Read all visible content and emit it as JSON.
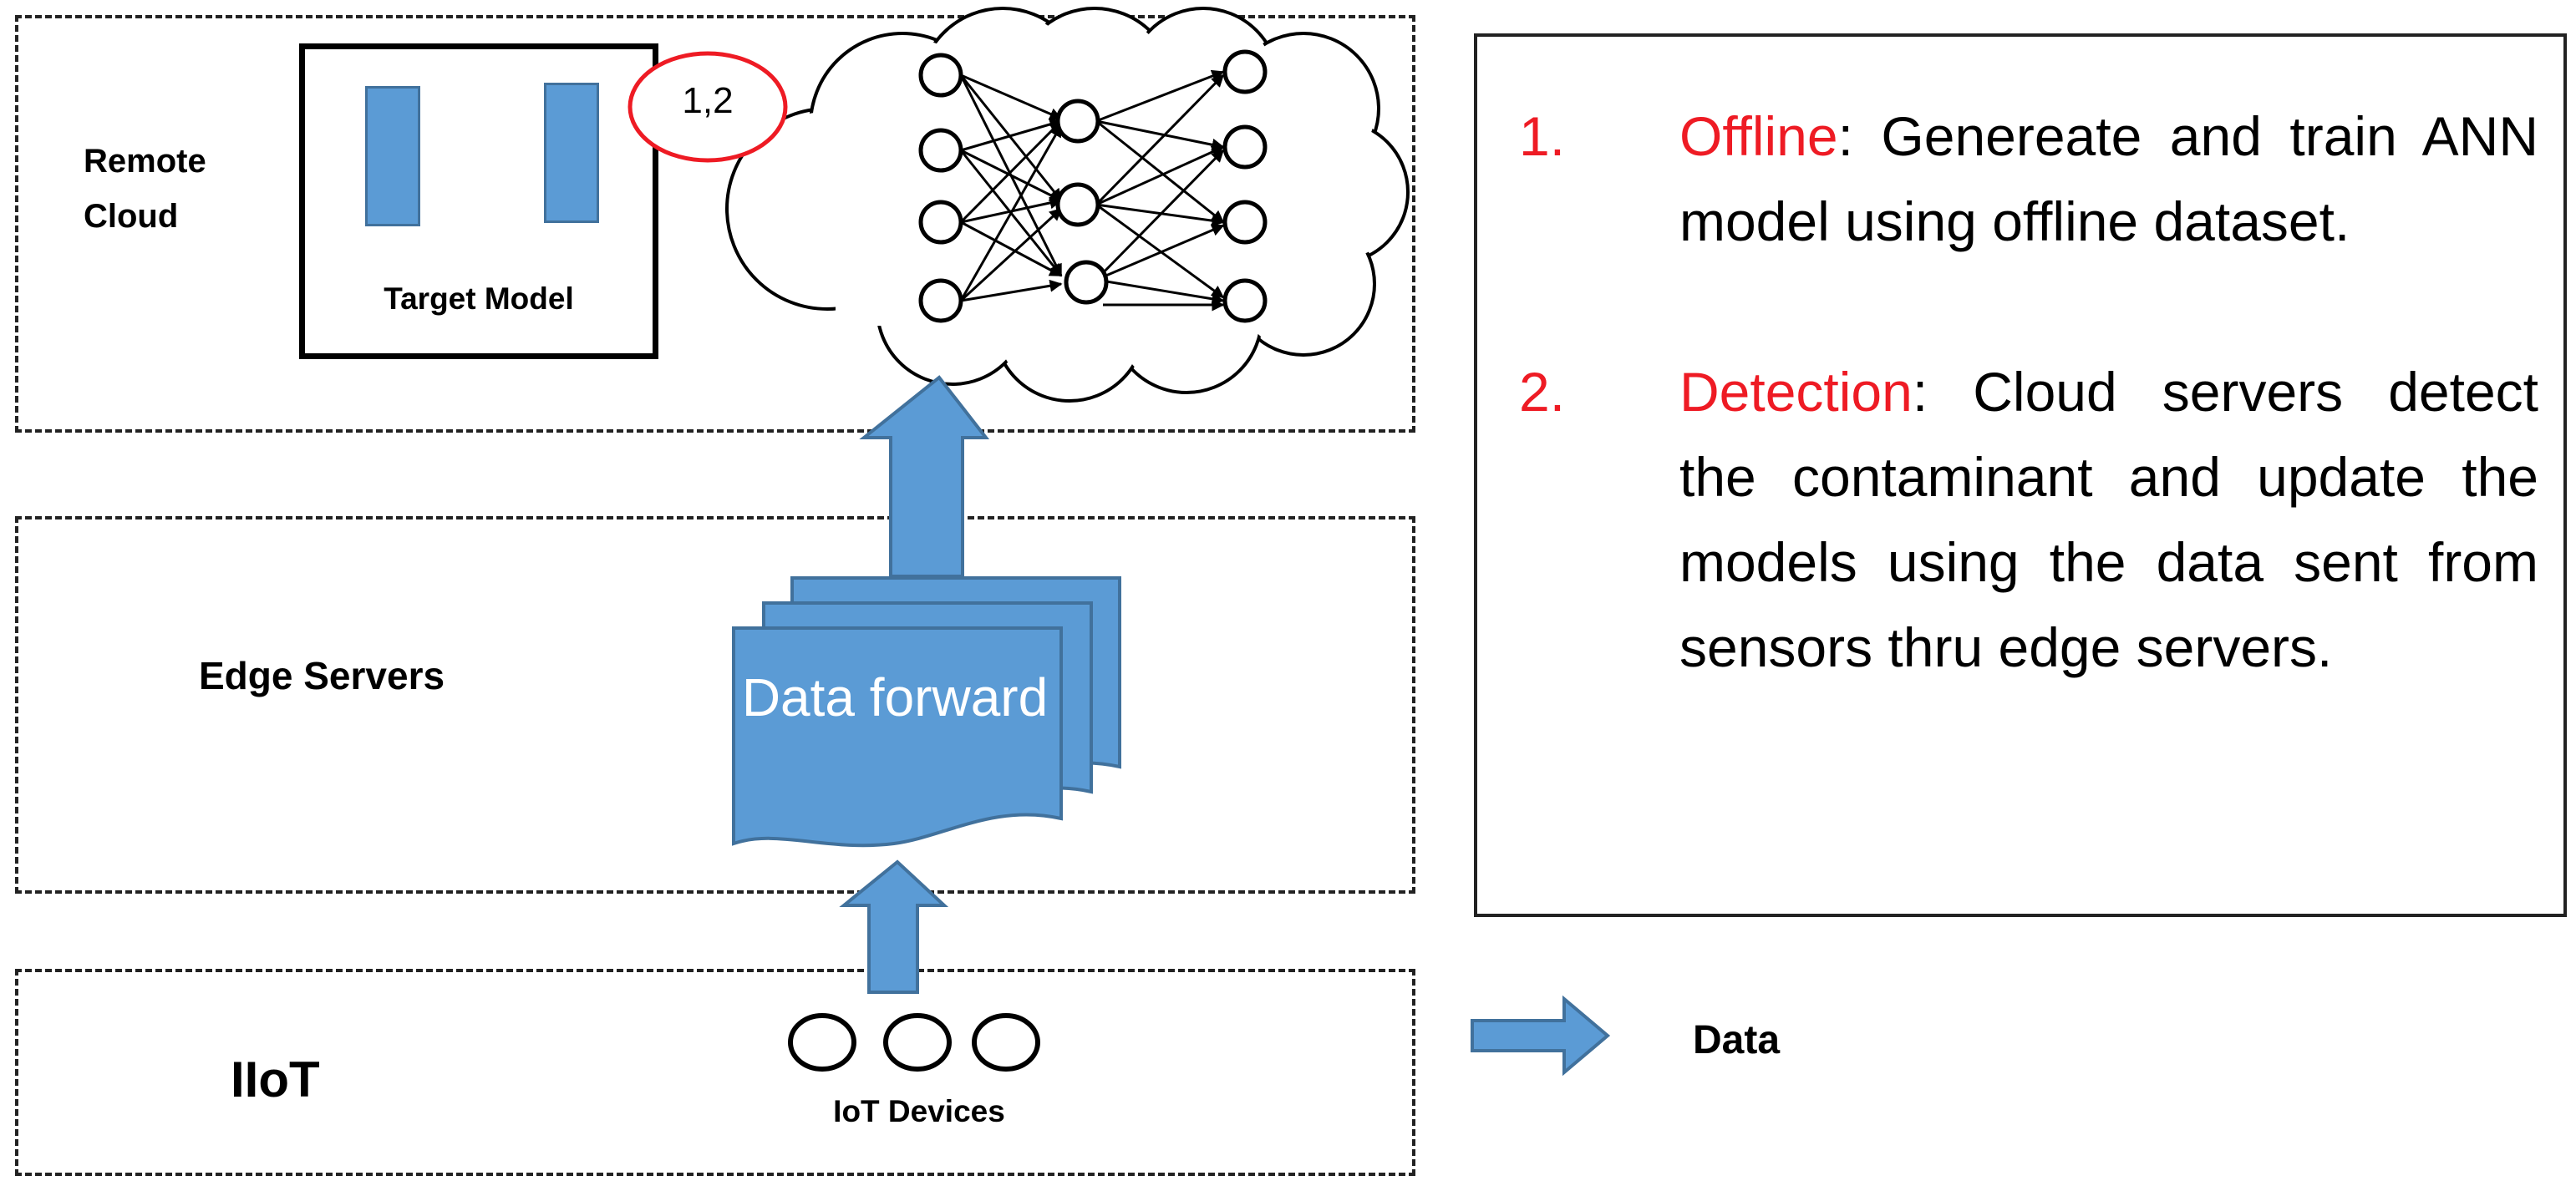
{
  "layers": {
    "remote_cloud": "Remote\nCloud",
    "edge_servers": "Edge Servers",
    "iiot": "IIoT"
  },
  "target_model": {
    "label": "Target Model"
  },
  "badge": {
    "text": "1,2"
  },
  "data_forward": {
    "label": "Data forward"
  },
  "iot_devices": {
    "label": "IoT Devices",
    "count": 3
  },
  "steps": [
    {
      "number": "1.",
      "keyword": "Offline",
      "text": ": Genereate and train ANN model using offline dataset."
    },
    {
      "number": "2.",
      "keyword": "Detection",
      "text": ": Cloud servers detect the contaminant and update the models using the data sent from sensors thru edge servers."
    }
  ],
  "legend": {
    "label": "Data",
    "icon": "arrow-right-icon"
  },
  "colors": {
    "arrow_fill": "#5b9bd5",
    "arrow_stroke": "#41719c",
    "highlight_red": "#ee1b24"
  }
}
